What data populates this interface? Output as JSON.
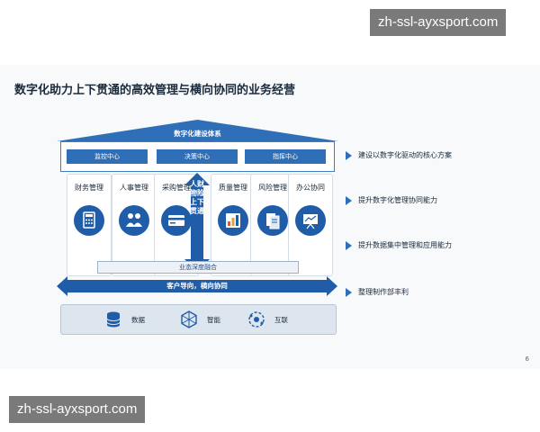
{
  "watermark": {
    "top": "zh-ssl-ayxsport.com",
    "bottom": "zh-ssl-ayxsport.com"
  },
  "slide": {
    "title": "数字化助力上下贯通的高效管理与横向协同的业务经营",
    "page_number": "6",
    "roof_label": "数字化建设体系",
    "centers": [
      "监控中心",
      "决策中心",
      "指挥中心"
    ],
    "pillars": [
      {
        "label": "财务管理",
        "icon": "calculator-icon"
      },
      {
        "label": "人事管理",
        "icon": "people-icon"
      },
      {
        "label": "采购管理",
        "icon": "credit-card-icon"
      },
      {
        "label": "质量管理",
        "icon": "chart-icon"
      },
      {
        "label": "风险管理",
        "icon": "documents-icon"
      },
      {
        "label": "办公协同",
        "icon": "presentation-icon"
      }
    ],
    "vertical_label": "人财物险上下贯通",
    "fusion_label": "业态深度融合",
    "horizontal_label": "客户导向，横向协同",
    "base": [
      {
        "label": "数据",
        "icon": "database-icon"
      },
      {
        "label": "智能",
        "icon": "cube-network-icon"
      },
      {
        "label": "互联",
        "icon": "network-link-icon"
      }
    ],
    "bullets": [
      "建设以数字化驱动的核心方案",
      "提升数字化管理协同能力",
      "提升数据集中管理和应用能力",
      "整理制作部丰利"
    ]
  },
  "colors": {
    "accent": "#2f6fb8",
    "dark_blue": "#1f5da8",
    "base_bg": "#dde5ee"
  }
}
